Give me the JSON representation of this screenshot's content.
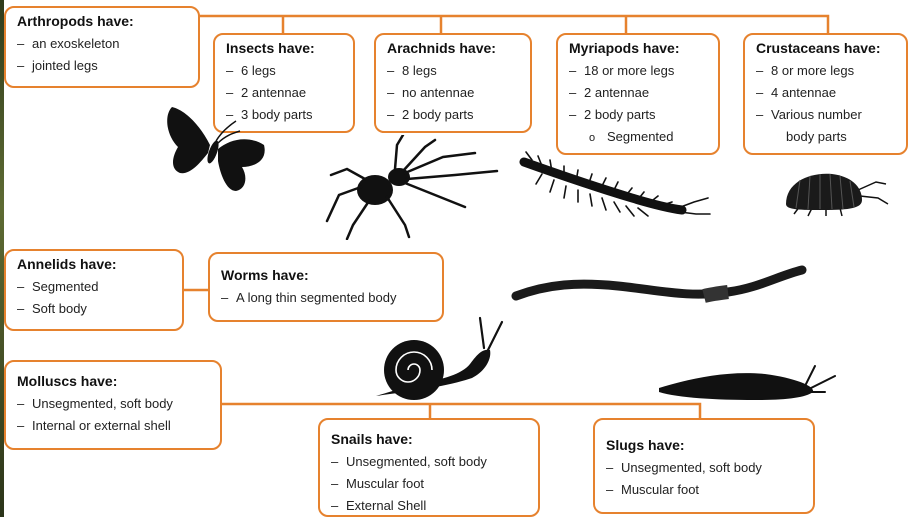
{
  "colors": {
    "border": "#e6822e",
    "silhouette": "#111111"
  },
  "boxes": {
    "arthropods": {
      "title": "Arthropods have:",
      "items": [
        "an exoskeleton",
        "jointed legs"
      ]
    },
    "insects": {
      "title": "Insects have:",
      "items": [
        "6 legs",
        "2 antennae",
        "3 body parts"
      ]
    },
    "arachnids": {
      "title": "Arachnids have:",
      "items": [
        "8 legs",
        "no antennae",
        "2 body parts"
      ]
    },
    "myriapods": {
      "title": "Myriapods have:",
      "items": [
        "18 or more legs",
        "2 antennae",
        "2 body parts"
      ],
      "subitem": "Segmented"
    },
    "crustaceans": {
      "title": "Crustaceans have:",
      "items": [
        "8 or more legs",
        "4 antennae",
        "Various number"
      ],
      "continuation": "body parts"
    },
    "annelids": {
      "title": "Annelids have:",
      "items": [
        "Segmented",
        "Soft body"
      ]
    },
    "worms": {
      "title": "Worms have:",
      "items": [
        "A long thin segmented body"
      ]
    },
    "molluscs": {
      "title": "Molluscs have:",
      "items": [
        "Unsegmented, soft body",
        "Internal or external shell"
      ]
    },
    "snails": {
      "title": "Snails have:",
      "items": [
        "Unsegmented, soft body",
        "Muscular foot",
        "External Shell"
      ]
    },
    "slugs": {
      "title": "Slugs have:",
      "items": [
        "Unsegmented, soft body",
        "Muscular foot"
      ]
    }
  },
  "icons": [
    "butterfly-icon",
    "spider-icon",
    "centipede-icon",
    "woodlouse-icon",
    "earthworm-icon",
    "snail-icon",
    "slug-icon"
  ]
}
